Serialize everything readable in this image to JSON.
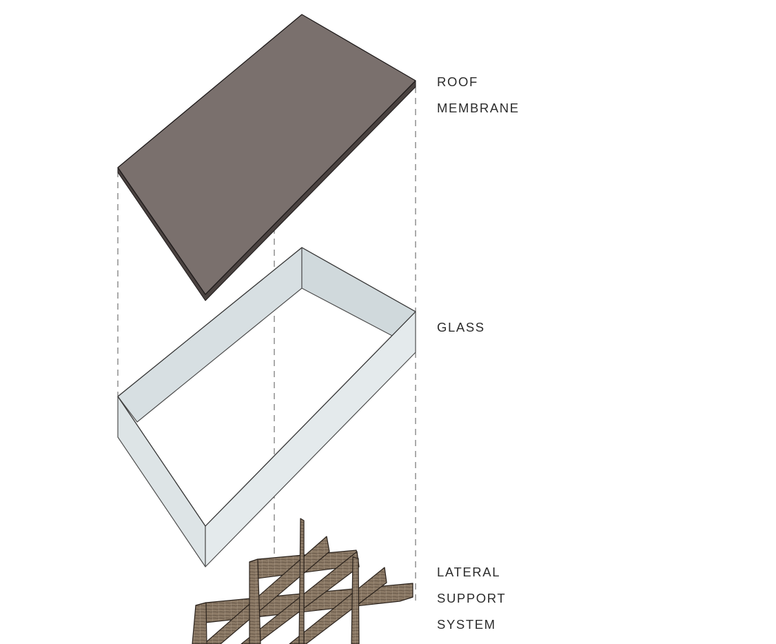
{
  "layers": [
    {
      "id": "roof",
      "label_lines": [
        "ROOF",
        "MEMBRANE"
      ],
      "color": "#7a706d"
    },
    {
      "id": "glass",
      "label_lines": [
        "GLASS"
      ],
      "color": "#dde4e6"
    },
    {
      "id": "lateral",
      "label_lines": [
        "LATERAL",
        "SUPPORT",
        "SYSTEM"
      ],
      "color": "#8c7a66"
    }
  ],
  "colors": {
    "outline": "#1e1a1a",
    "guide_line": "#555555",
    "label_text": "#2b2b2b"
  }
}
